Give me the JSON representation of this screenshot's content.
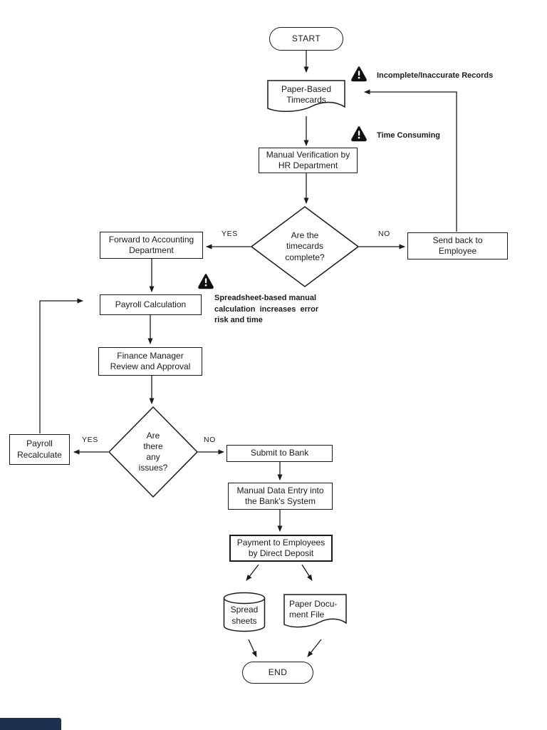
{
  "colors": {
    "line": "#1a1a1a",
    "text": "#1a1a1a",
    "footer_bar": "#1e3050"
  },
  "nodes": {
    "start": "START",
    "paper_timecards": "Paper-Based\nTimecards",
    "manual_verification": "Manual Verification by\nHR Department",
    "decision_timecards": "Are the\ntimecards\ncomplete?",
    "forward_accounting": "Forward to Accounting\nDepartment",
    "send_back": "Send back to\nEmployee",
    "payroll_calc": "Payroll Calculation",
    "finance_review": "Finance Manager\nReview and Approval",
    "decision_issues": "Are\nthere\nany\nissues?",
    "payroll_recalc": "Payroll\nRecalculate",
    "submit_bank": "Submit to Bank",
    "manual_entry": "Manual Data Entry into\nthe Bank's System",
    "payment": "Payment to Employees\nby Direct Deposit",
    "spreadsheets": "Spread\nsheets",
    "paper_doc_file": "Paper Docu-\nment File",
    "end": "END"
  },
  "edge_labels": {
    "timecards_yes": "YES",
    "timecards_no": "NO",
    "issues_yes": "YES",
    "issues_no": "NO"
  },
  "annotations": {
    "incomplete": "Incomplete/Inaccurate Records",
    "time_consuming": "Time Consuming",
    "spreadsheet_note": "Spreadsheet-based manual\ncalculation  increases  error\nrisk and time"
  }
}
